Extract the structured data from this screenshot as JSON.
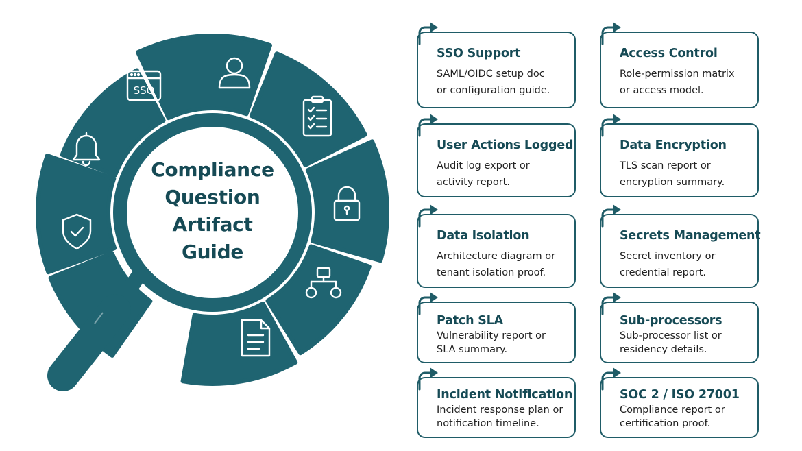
{
  "hub": {
    "title_lines": [
      "Compliance",
      "Question",
      "Artifact",
      "Guide"
    ]
  },
  "colors": {
    "primary": "#1f6471",
    "dark": "#164a55",
    "text": "#222222",
    "background": "#ffffff"
  },
  "segment_icons": [
    "browser-sso-icon",
    "user-icon",
    "clipboard-checklist-icon",
    "lock-icon",
    "network-hierarchy-icon",
    "document-icon",
    "shield-check-icon",
    "bell-icon"
  ],
  "sso_icon_label": "SSO",
  "cards": [
    {
      "title": "SSO Support",
      "lines": [
        "SAML/OIDC setup doc",
        "or configuration guide."
      ]
    },
    {
      "title": "Access Control",
      "lines": [
        "Role-permission matrix",
        "or access model."
      ]
    },
    {
      "title": "User Actions Logged",
      "lines": [
        "Audit log export or",
        "activity report."
      ]
    },
    {
      "title": "Data Encryption",
      "lines": [
        "TLS scan report or",
        "encryption summary."
      ]
    },
    {
      "title": "Data Isolation",
      "lines": [
        "Architecture diagram or",
        "tenant isolation proof."
      ]
    },
    {
      "title": "Secrets Management",
      "lines": [
        "Secret inventory or",
        "credential report."
      ]
    },
    {
      "title": "Patch SLA",
      "lines": [
        "Vulnerability report or",
        "SLA summary."
      ]
    },
    {
      "title": "Sub-processors",
      "lines": [
        "Sub-processor list or",
        "residency details."
      ]
    },
    {
      "title": "Incident Notification",
      "lines": [
        "Incident response plan or",
        "notification timeline."
      ]
    },
    {
      "title": "SOC 2 / ISO 27001",
      "lines": [
        "Compliance report or",
        "certification proof."
      ]
    }
  ]
}
